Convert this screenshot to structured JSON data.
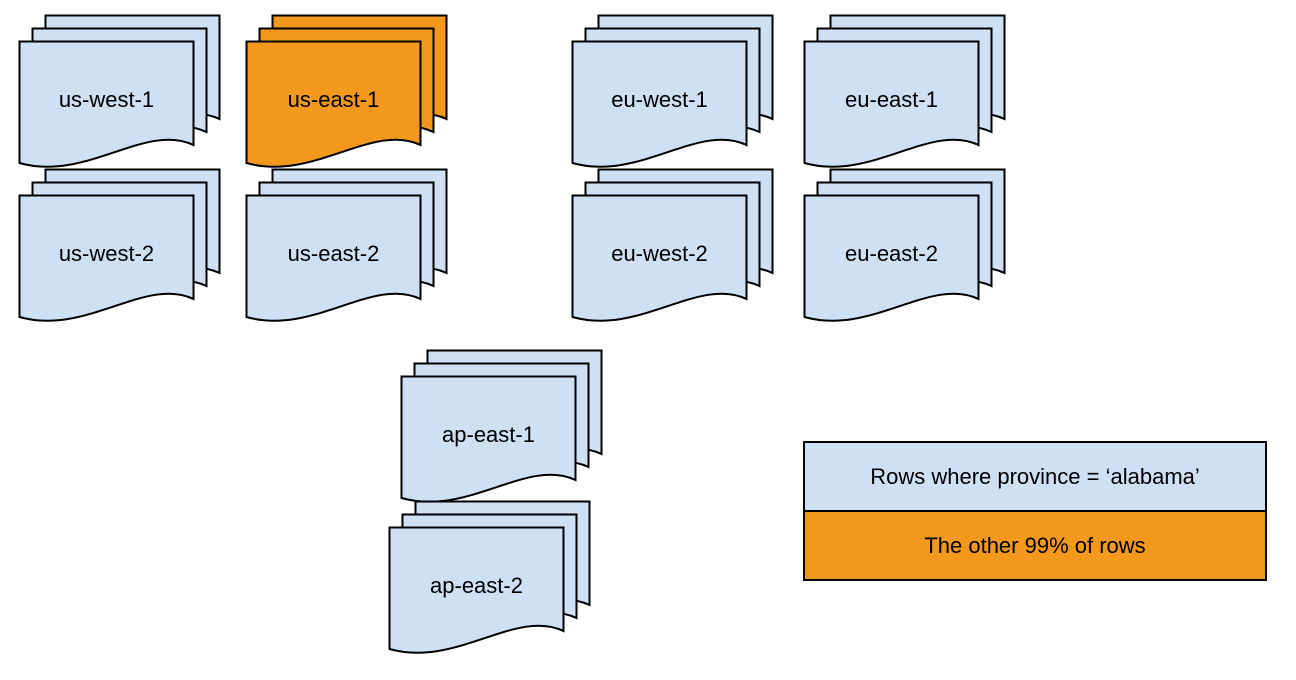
{
  "colors": {
    "doc-blue": "#cfe0f3",
    "doc-orange": "#f2981c",
    "outline": "#000000",
    "background": "#ffffff",
    "text": "#000000"
  },
  "stacks": [
    {
      "label": "us-west-1",
      "variant": "blue"
    },
    {
      "label": "us-east-1",
      "variant": "orange"
    },
    {
      "label": "eu-west-1",
      "variant": "blue"
    },
    {
      "label": "eu-east-1",
      "variant": "blue"
    },
    {
      "label": "us-west-2",
      "variant": "blue"
    },
    {
      "label": "us-east-2",
      "variant": "blue"
    },
    {
      "label": "eu-west-2",
      "variant": "blue"
    },
    {
      "label": "eu-east-2",
      "variant": "blue"
    },
    {
      "label": "ap-east-1",
      "variant": "blue"
    },
    {
      "label": "ap-east-2",
      "variant": "blue"
    }
  ],
  "legend": {
    "items": [
      {
        "label": "Rows where province = ‘alabama’",
        "variant": "blue"
      },
      {
        "label": "The other 99% of rows",
        "variant": "orange"
      }
    ]
  }
}
